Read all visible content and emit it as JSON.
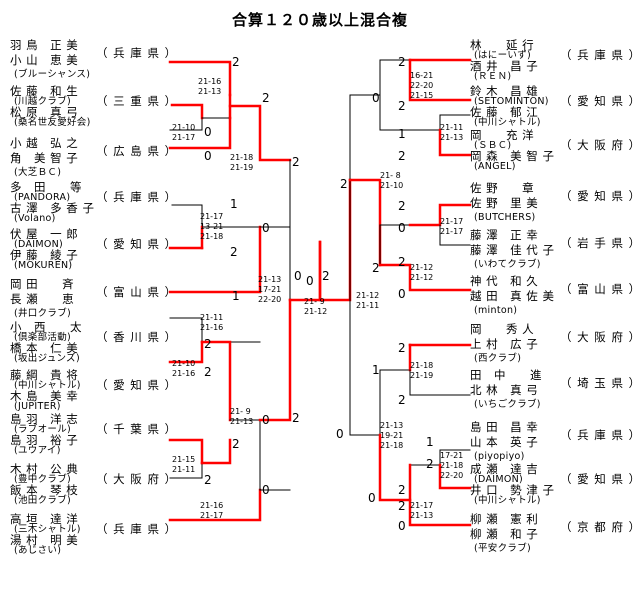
{
  "title": "合算１２０歳以上混合複",
  "colors": {
    "win": "#ff0000",
    "line": "#000000"
  },
  "teams": [
    {
      "p1": "羽 鳥　正 美",
      "p2": "小 山　恵 美",
      "club": "(ブルーシャンス)",
      "pref": "（ 兵 庫 県 ）"
    },
    {
      "p1": "佐 藤　和 生",
      "club1": "(川越クラブ)",
      "p2": "松 原　真 弓",
      "club2": "(桑名世友愛好会)",
      "pref": "（ 三 重 県 ）"
    },
    {
      "p1": "小 越　弘 之",
      "p2": "角　美 智 子",
      "club": "(大芝ＢＣ)",
      "pref": "（ 広 島 県 ）"
    },
    {
      "p1": "多　田　　等",
      "club1": "(PANDORA)",
      "p2": "古 澤　多 香 子",
      "club2": "(Volano)",
      "pref": "（ 兵 庫 県 ）"
    },
    {
      "p1": "伏 屋　一 郎",
      "club1": "(DAIMON)",
      "p2": "伊 藤　綾 子",
      "club2": "(MOKUREN)",
      "pref": "（ 愛 知 県 ）"
    },
    {
      "p1": "岡 田　　斉",
      "p2": "長 瀬　　恵",
      "club": "(井口クラブ)",
      "pref": "（ 富 山 県 ）"
    },
    {
      "p1": "小　西　　太",
      "club1": "(倶楽部活動)",
      "p2": "橋 本　仁 美",
      "club2": "(坂出ジュンズ)",
      "pref": "（ 香 川 県 ）"
    },
    {
      "p1": "藤 綱　貴 将",
      "club1": "(中川シャトル)",
      "p2": "木 島　美 幸",
      "club2": "(JUPITER)",
      "pref": "（ 愛 知 県 ）"
    },
    {
      "p1": "島 羽　洋 志",
      "club1": "(ラブオール)",
      "p2": "島 羽　裕 子",
      "club2": "(ユウアイ)",
      "pref": "（ 千 葉 県 ）"
    },
    {
      "p1": "木 村　公 典",
      "club1": "(豊中クラブ)",
      "p2": "飯 本　琴 枝",
      "club2": "(池田クラブ)",
      "pref": "（ 大 阪 府 ）"
    },
    {
      "p1": "高 垣　達 洋",
      "club1": "(三木シャトル)",
      "p2": "湯 村　明 美",
      "club2": "(あじさい)",
      "pref": "（ 兵 庫 県 ）"
    },
    {
      "p1": "林　　延 行",
      "club1": "(はにーいず)",
      "p2": "酒 井　昌 子",
      "club2": "(ＲＥＮ)",
      "pref": "（ 兵 庫 県 ）"
    },
    {
      "p1": "鈴 木　昌 雄",
      "club1": "(SETOMINTON)",
      "p2": "佐 藤　郁 江",
      "club2": "(中川シャトル)",
      "pref": "（ 愛 知 県 ）"
    },
    {
      "p1": "岡　　充 洋",
      "club1": "(ＳＢＣ)",
      "p2": "岡 森　美 智 子",
      "club2": "(ANGEL)",
      "pref": "（ 大 阪 府 ）"
    },
    {
      "p1": "佐 野　　章",
      "p2": "佐 野　里 美",
      "club": "(BUTCHERS)",
      "pref": "（ 愛 知 県 ）"
    },
    {
      "p1": "藤 澤　正 幸",
      "p2": "藤 澤　佳 代 子",
      "club": "(いわてクラブ)",
      "pref": "（ 岩 手 県 ）"
    },
    {
      "p1": "神 代　和 久",
      "p2": "越 田　真 佐 美",
      "club": "(minton)",
      "pref": "（ 富 山 県 ）"
    },
    {
      "p1": "岡　　秀 人",
      "p2": "上 村　広 子",
      "club": "(西クラブ)",
      "pref": "（ 大 阪 府 ）"
    },
    {
      "p1": "田　中　　進",
      "p2": "北 林　真 弓",
      "club": "(いちごクラブ)",
      "pref": "（ 埼 玉 県 ）"
    },
    {
      "p1": "島 田　昌 幸",
      "p2": "山 本　英 子",
      "club": "(piyopiyo)",
      "pref": "（ 兵 庫 県 ）"
    },
    {
      "p1": "成 瀬　達 吉",
      "club1": "(DAIMON)",
      "p2": "井 口　勢 津 子",
      "club2": "(中川シャトル)",
      "pref": "（ 愛 知 県 ）"
    },
    {
      "p1": "柳 瀬　憲 利",
      "p2": "柳 瀬　和 子",
      "club": "(平安クラブ)",
      "pref": "（ 京 都 府 ）"
    }
  ],
  "results": [
    "2",
    "0",
    "2",
    "0",
    "1",
    "0",
    "2",
    "1",
    "2",
    "2",
    "0",
    "2",
    "2",
    "0",
    "2",
    "2",
    "0",
    "2",
    "0",
    "2",
    "2",
    "0",
    "2",
    "2",
    "1",
    "0",
    "2",
    "0",
    "0",
    "2",
    "2",
    "1",
    "2",
    "2",
    "0",
    "1",
    "2",
    "2",
    "0",
    "2"
  ],
  "scores": [
    "21-16",
    "21-13",
    "21-10",
    "21-17",
    "21-18",
    "21-19",
    "21-17",
    "13-21",
    "21-18",
    "21-13",
    "17-21",
    "22-20",
    "21-11",
    "21-16",
    "21-10",
    "21-16",
    "21- 9",
    "21-13",
    "21-15",
    "21-11",
    "21-16",
    "21-17",
    "21- 9",
    "21-12",
    "16-21",
    "22-20",
    "21-15",
    "21-11",
    "21-13",
    "21- 8",
    "21-10",
    "21-17",
    "21-17",
    "21-12",
    "21-12",
    "21-12",
    "21-11",
    "21-18",
    "21-19",
    "21-13",
    "19-21",
    "21-18",
    "17-21",
    "21-18",
    "22-20",
    "21-17",
    "21-13"
  ]
}
